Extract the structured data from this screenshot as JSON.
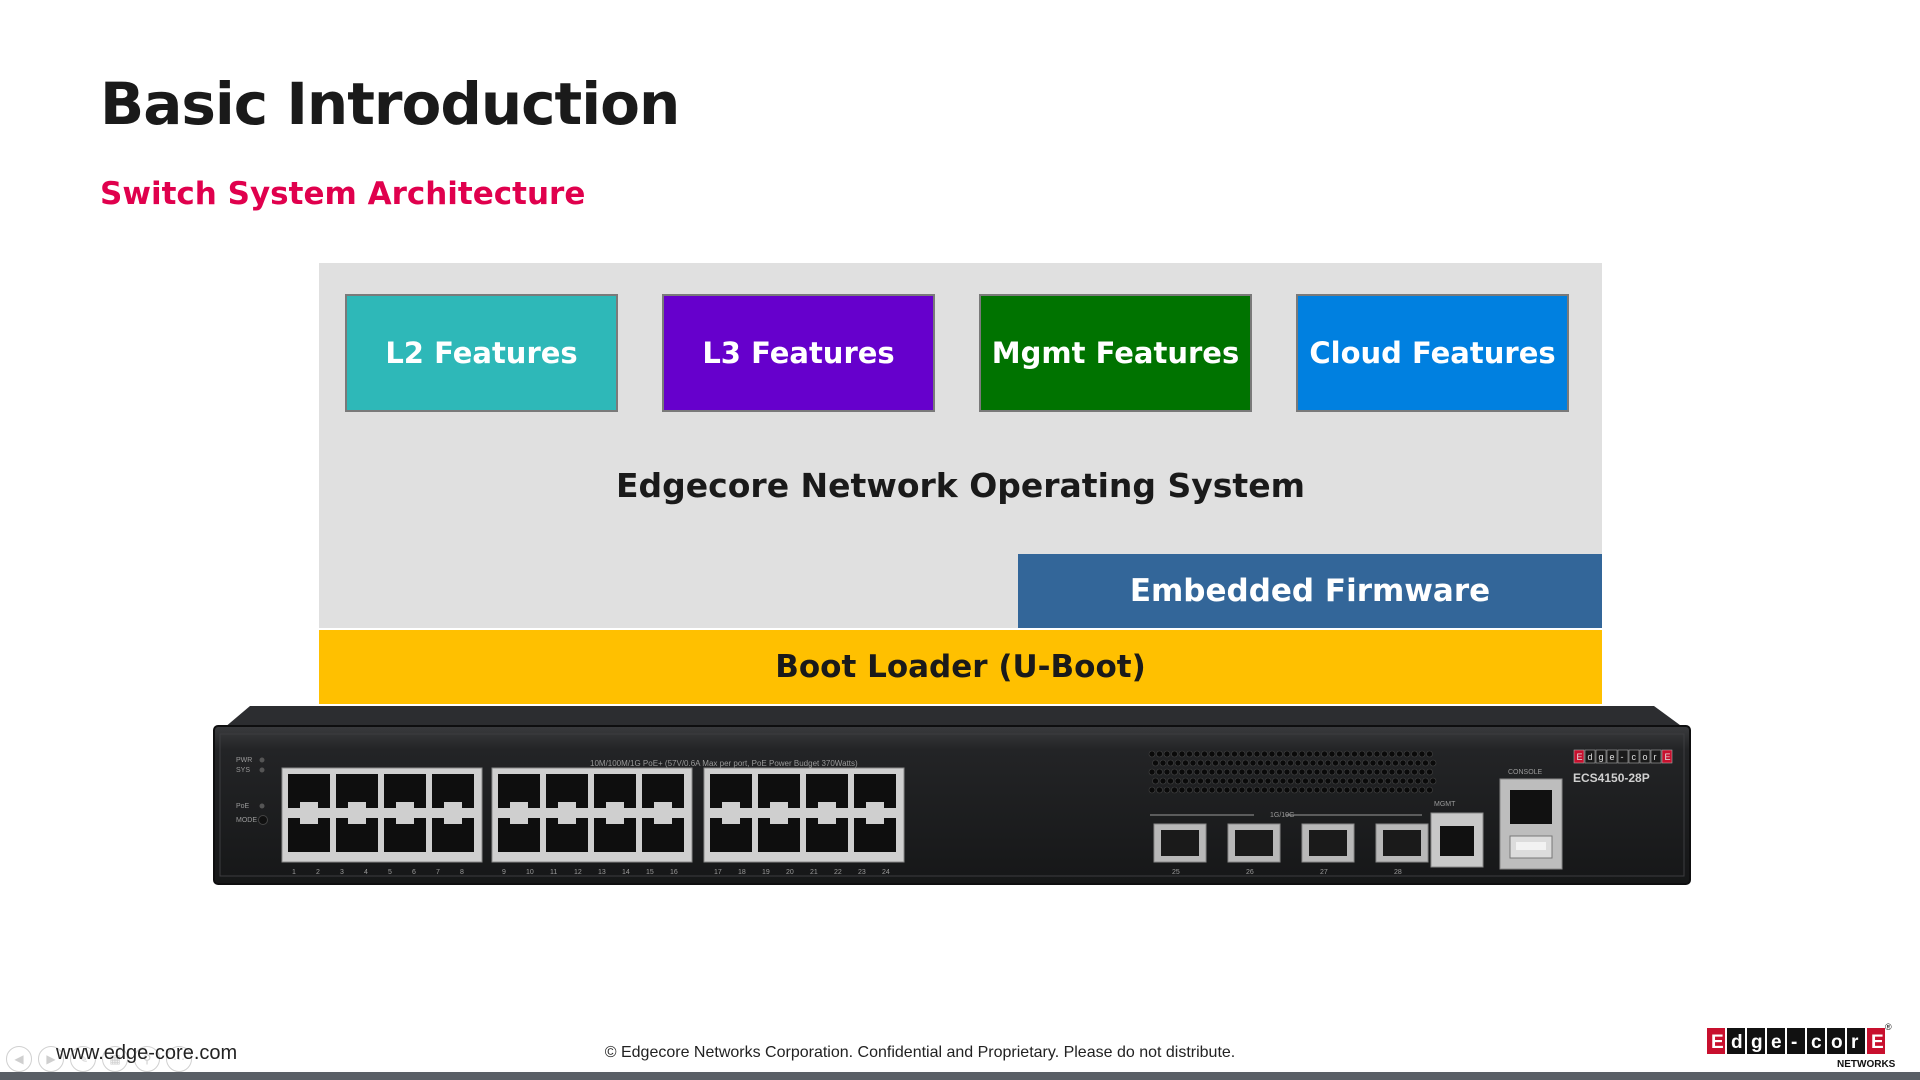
{
  "slide": {
    "title": "Basic Introduction",
    "subtitle": "Switch System Architecture"
  },
  "architecture": {
    "features": [
      {
        "label": "L2 Features",
        "color": "#2eb8b8"
      },
      {
        "label": "L3 Features",
        "color": "#6600cc"
      },
      {
        "label": "Mgmt Features",
        "color": "#007300"
      },
      {
        "label": "Cloud Features",
        "color": "#0080e0"
      }
    ],
    "os_label": "Edgecore Network Operating System",
    "firmware_label": "Embedded Firmware",
    "bootloader_label": "Boot Loader (U-Boot)",
    "colors": {
      "os_panel": "#e0e0e0",
      "firmware": "#336699",
      "bootloader": "#ffc000"
    }
  },
  "switch_device": {
    "model": "ECS4150-28P",
    "brand": "Edge-core",
    "poe_label": "10M/100M/1G PoE+ (57V/0.6A Max per port, PoE Power Budget 370Watts)",
    "led_labels": [
      "PWR",
      "SYS",
      "PoE",
      "MODE"
    ],
    "port_numbers": [
      "1",
      "2",
      "3",
      "4",
      "5",
      "6",
      "7",
      "8",
      "9",
      "10",
      "11",
      "12",
      "13",
      "14",
      "15",
      "16",
      "17",
      "18",
      "19",
      "20",
      "21",
      "22",
      "23",
      "24"
    ],
    "sfp_label": "1G/10G",
    "sfp_ports": [
      "25",
      "26",
      "27",
      "28"
    ],
    "mgmt_label": "MGMT",
    "console_label": "CONSOLE"
  },
  "footer": {
    "website": "www.edge-core.com",
    "copyright": "© Edgecore Networks Corporation. Confidential and Proprietary. Please do not distribute.",
    "logo_text": "Edge-core",
    "logo_sub": "NETWORKS",
    "registered": "®"
  }
}
